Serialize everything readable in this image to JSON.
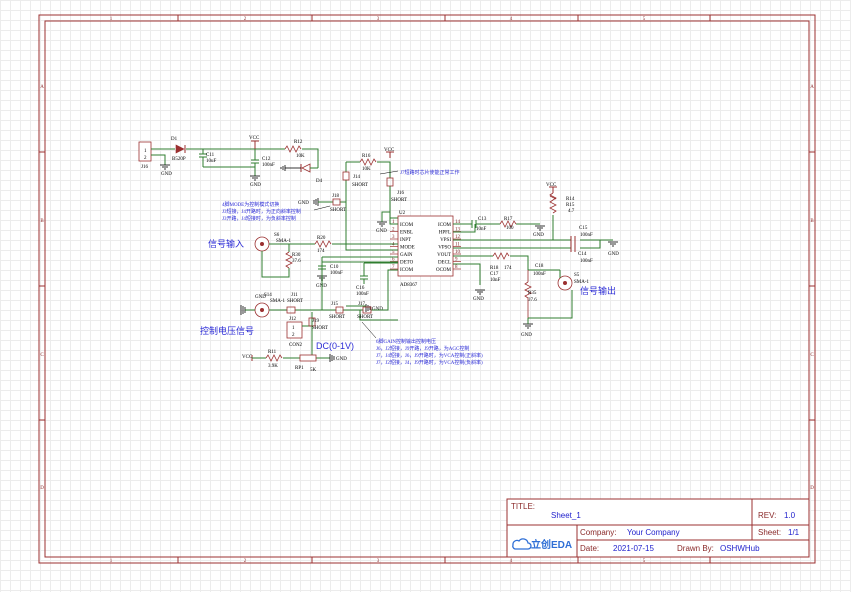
{
  "frame": {
    "cols": [
      "1",
      "2",
      "3",
      "4",
      "5"
    ],
    "rows": [
      "A",
      "B",
      "C",
      "D"
    ]
  },
  "title_block": {
    "title_label": "TITLE:",
    "title_value": "Sheet_1",
    "rev_label": "REV:",
    "rev_value": "1.0",
    "company_label": "Company:",
    "company_value": "Your Company",
    "sheet_label": "Sheet:",
    "sheet_value": "1/1",
    "date_label": "Date:",
    "date_value": "2021-07-15",
    "drawn_label": "Drawn By:",
    "drawn_value": "OSHWHub",
    "logo_text": "立创EDA"
  },
  "annotations": {
    "signal_input": "信号输入",
    "signal_output": "信号输出",
    "control_voltage": "控制电压信号",
    "dc_range": "DC(0-1V)",
    "mode_note_1": "4脚MODE为控制模式切换",
    "mode_note_2": "J3短接，J4开路时，为正向斜率控制",
    "mode_note_3": "J3开路，J4短接时，为负斜率控制",
    "top_note": "J7短路时芯片使能正常工作",
    "bottom_note_title": "6脚GAIN控制输出控制电压",
    "bottom_note_1": "J6，J2短接，J9开路，J9开路，为AGC控制",
    "bottom_note_2": "J7，J4短接，J6，J9开路时，为VCA控制(正斜率)",
    "bottom_note_3": "J7，J2短接，J4，J9开路时，为VCA控制(负斜率)"
  },
  "ic": {
    "ref": "U2",
    "part": "AD8367",
    "left_pins": [
      "ICOM",
      "ENBL",
      "INPT",
      "MODE",
      "GAIN",
      "DETO",
      "ICOM"
    ],
    "right_pins": [
      "ICOM",
      "HPFL",
      "VPSI",
      "VPSO",
      "VOUT",
      "DECL",
      "OCOM"
    ],
    "left_nums": [
      "1",
      "2",
      "3",
      "4",
      "5",
      "6",
      "7"
    ],
    "right_nums": [
      "14",
      "13",
      "12",
      "11",
      "10",
      "9",
      "8"
    ]
  },
  "components": {
    "j16": "J16",
    "d1": "D1",
    "d1_val": "B520P",
    "c11": "C11",
    "c11_val": "10uF",
    "c12": "C12",
    "c12_val": "100nF",
    "r12": "R12",
    "r12_val": "10K",
    "d4": "D4",
    "r16": "R16",
    "r16_val": "10K",
    "j14": "J14",
    "j14_val": "SHORT",
    "j16b": "J16",
    "j16b_val": "SHORT",
    "j18": "J18",
    "j18_val": "SHORT",
    "s6": "S6",
    "s6_val": "SMA-1",
    "r20": "R20",
    "r20_val": "174",
    "r30": "R30",
    "r30_val": "37.6",
    "c10": "C10",
    "c10_val": "100nF",
    "c16": "C16",
    "c16_val": "100nF",
    "j11": "J11",
    "j11_val": "SHORT",
    "j15": "J15",
    "j15_val": "SHORT",
    "j17": "J17",
    "j17_val": "SHORT",
    "j19": "J19",
    "j19_val": "SHORT",
    "s14": "S14",
    "s14_val": "SMA-1",
    "j12": "J12",
    "j12_val": "CON2",
    "r11": "R11",
    "r11_val": "3.9K",
    "rp1": "RP1",
    "rp1_val": "5K",
    "c13": "C13",
    "c13_val": "10nF",
    "r17": "R17",
    "r17_val": "100",
    "r14": "R14",
    "r15": "R15",
    "r15_val": "4.7",
    "c15": "C15",
    "c15_val": "100nF",
    "c14": "C14",
    "c14_val": "100nF",
    "r18": "R18",
    "r18_val": "174",
    "c17": "C17",
    "c17_val": "10nF",
    "c18": "C18",
    "c18_val": "100nF",
    "s5": "S5",
    "s5_val": "SMA-1",
    "r35": "R35",
    "r35_val": "37.6",
    "vcc": "VCC",
    "gnd": "GND"
  }
}
